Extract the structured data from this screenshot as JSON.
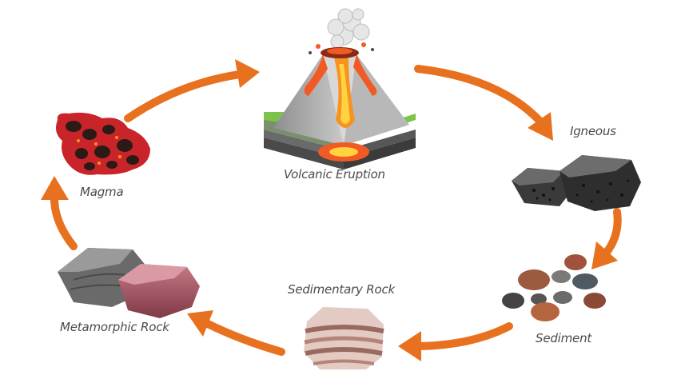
{
  "diagram": {
    "labels": {
      "volcanic_eruption": "Volcanic Eruption",
      "igneous": "Igneous",
      "sediment": "Sediment",
      "sedimentary_rock": "Sedimentary Rock",
      "metamorphic_rock": "Metamorphic Rock",
      "magma": "Magma"
    },
    "colors": {
      "arrow": "#E8711F",
      "label_text": "#4a4a4a",
      "lava": "#F15A24",
      "magma_dark": "#2b1a16"
    }
  }
}
